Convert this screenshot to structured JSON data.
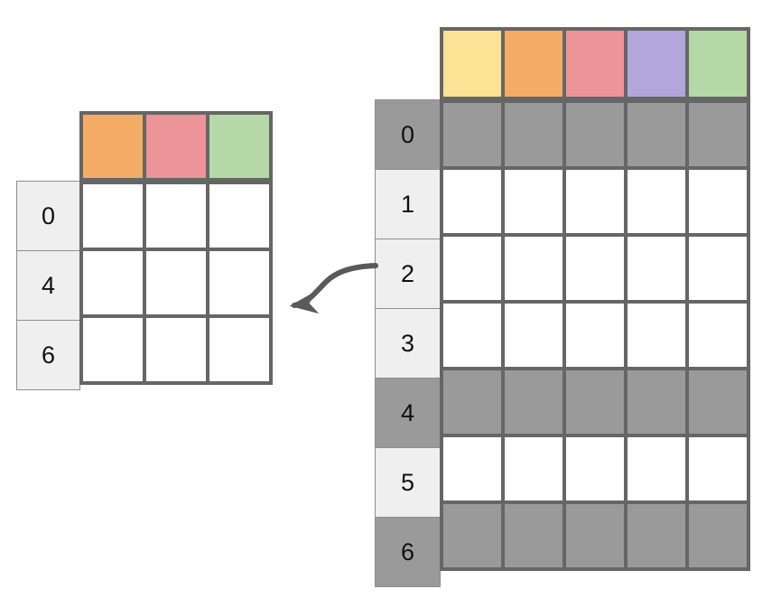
{
  "diagram": {
    "title": "row-selection-grid-diagram",
    "description": "Selecting rows 0, 4 and 6 from a 7-row source grid produces a 3-row result grid",
    "arrow": {
      "name": "flow-arrow",
      "direction": "right-to-left",
      "color": "#5a5a5a"
    }
  },
  "palette": {
    "yellow": "#fde194",
    "orange": "#f4ac64",
    "pink": "#ec9497",
    "purple": "#b3a6da",
    "green": "#b5d9a6",
    "grid_line": "#666666",
    "cell_white": "#ffffff",
    "cell_selected": "#9a9a9a",
    "index_bg": "#efefef",
    "index_line": "#8e8e8e",
    "text": "#111111",
    "background": "#ffffff"
  },
  "result_table": {
    "name": "result-grid",
    "column_colors": [
      "#f4ac64",
      "#ec9497",
      "#b5d9a6"
    ],
    "column_color_names": [
      "orange",
      "pink",
      "green"
    ],
    "row_labels": [
      "0",
      "4",
      "6"
    ],
    "rows": [
      {
        "label": "0",
        "selected": false,
        "cells": [
          "",
          "",
          ""
        ]
      },
      {
        "label": "4",
        "selected": false,
        "cells": [
          "",
          "",
          ""
        ]
      },
      {
        "label": "6",
        "selected": false,
        "cells": [
          "",
          "",
          ""
        ]
      }
    ]
  },
  "source_table": {
    "name": "source-grid",
    "column_colors": [
      "#fde194",
      "#f4ac64",
      "#ec9497",
      "#b3a6da",
      "#b5d9a6"
    ],
    "column_color_names": [
      "yellow",
      "orange",
      "pink",
      "purple",
      "green"
    ],
    "row_labels": [
      "0",
      "1",
      "2",
      "3",
      "4",
      "5",
      "6"
    ],
    "selected_rows": [
      "0",
      "4",
      "6"
    ],
    "rows": [
      {
        "label": "0",
        "selected": true,
        "cells": [
          "",
          "",
          "",
          "",
          ""
        ]
      },
      {
        "label": "1",
        "selected": false,
        "cells": [
          "",
          "",
          "",
          "",
          ""
        ]
      },
      {
        "label": "2",
        "selected": false,
        "cells": [
          "",
          "",
          "",
          "",
          ""
        ]
      },
      {
        "label": "3",
        "selected": false,
        "cells": [
          "",
          "",
          "",
          "",
          ""
        ]
      },
      {
        "label": "4",
        "selected": true,
        "cells": [
          "",
          "",
          "",
          "",
          ""
        ]
      },
      {
        "label": "5",
        "selected": false,
        "cells": [
          "",
          "",
          "",
          "",
          ""
        ]
      },
      {
        "label": "6",
        "selected": true,
        "cells": [
          "",
          "",
          "",
          "",
          ""
        ]
      }
    ]
  }
}
